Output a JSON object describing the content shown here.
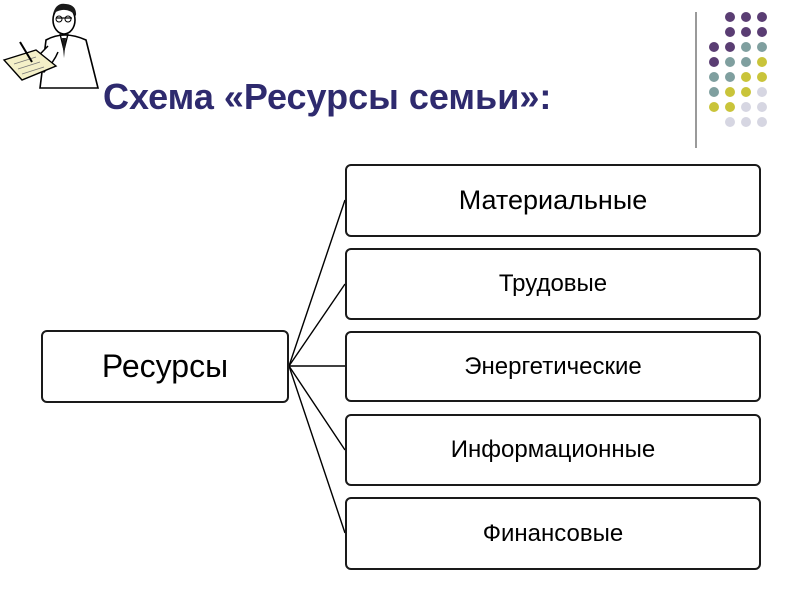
{
  "slide": {
    "title": "Схема «Ресурсы семьи»:"
  },
  "diagram": {
    "root": "Ресурсы",
    "branches": [
      "Материальные",
      "Трудовые",
      "Энергетические",
      "Информационные",
      "Финансовые"
    ]
  },
  "decoration": {
    "clipart": "writing-scientist-icon",
    "dot_colors": [
      "#5a3d73",
      "#7f9f9f",
      "#c9c43a",
      "#d6d6e2"
    ]
  }
}
